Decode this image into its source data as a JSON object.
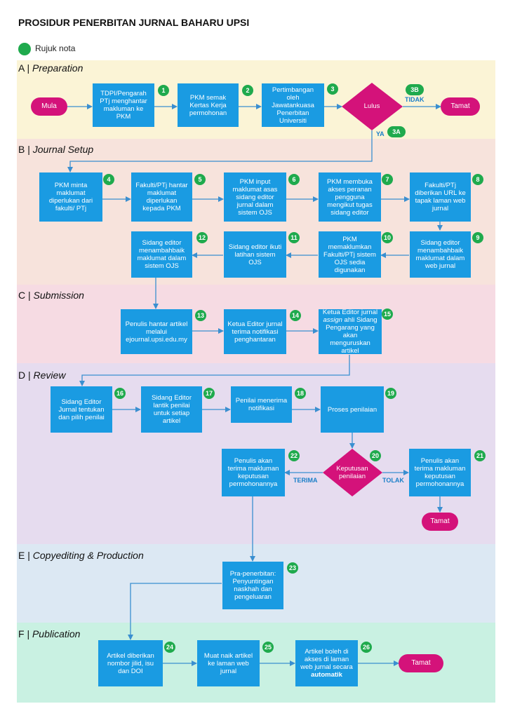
{
  "title": "PROSIDUR PENERBITAN JURNAL BAHARU UPSI",
  "legend": "Rujuk nota",
  "colors": {
    "box": "#1a9be2",
    "badge": "#1faa4d",
    "terminal": "#d4127a",
    "arrow": "#3a8fd0"
  },
  "sections": {
    "A": {
      "letter": "A |",
      "name": "Preparation",
      "color": "#fbf4d6"
    },
    "B": {
      "letter": "B |",
      "name": "Journal Setup",
      "color": "#f7e3dc"
    },
    "C": {
      "letter": "C |",
      "name": "Submission",
      "color": "#f6dbe3"
    },
    "D": {
      "letter": "D |",
      "name": "Review",
      "color": "#e6dcef"
    },
    "E": {
      "letter": "E |",
      "name": "Copyediting & Production",
      "color": "#dce8f3"
    },
    "F": {
      "letter": "F |",
      "name": "Publication",
      "color": "#c9f1e2"
    }
  },
  "terminals": {
    "mula": "Mula",
    "tamat1": "Tamat",
    "tamat2": "Tamat",
    "tamat3": "Tamat"
  },
  "steps": {
    "s1": {
      "badge": "1",
      "text": "TDPI/Pengarah PTj menghantar makluman ke PKM"
    },
    "s2": {
      "badge": "2",
      "text": "PKM semak Kertas Kerja permohonan"
    },
    "s3": {
      "badge": "3",
      "text": "Pertimbangan oleh Jawatankuasa Penerbitan Universiti"
    },
    "s3a": {
      "badge": "3A"
    },
    "s3b": {
      "badge": "3B"
    },
    "lulus": "Lulus",
    "tidak": "TIDAK",
    "ya": "YA",
    "s4": {
      "badge": "4",
      "text": "PKM minta maklumat diperlukan dari fakulti/ PTj"
    },
    "s5": {
      "badge": "5",
      "text": "Fakulti/PTj hantar maklumat diperlukan kepada PKM"
    },
    "s6": {
      "badge": "6",
      "text": "PKM input maklumat asas sidang editor jurnal dalam sistem OJS"
    },
    "s7": {
      "badge": "7",
      "text": "PKM membuka akses peranan pengguna mengikut tugas sidang editor"
    },
    "s8": {
      "badge": "8",
      "text": "Fakulti/PTj diberikan URL ke tapak laman web jurnal"
    },
    "s9": {
      "badge": "9",
      "text": "Sidang editor menambahbaik maklumat dalam web jurnal"
    },
    "s10": {
      "badge": "10",
      "text": "PKM memaklumkan Fakulti/PTj sistem OJS sedia digunakan"
    },
    "s11": {
      "badge": "11",
      "text": "Sidang editor ikuti latihan sistem OJS"
    },
    "s12": {
      "badge": "12",
      "text": "Sidang editor menambahbaik maklumat dalam sistem OJS"
    },
    "s13": {
      "badge": "13",
      "text": "Penulis hantar artikel melalui ejournal.upsi.edu.my"
    },
    "s14": {
      "badge": "14",
      "text": "Ketua Editor jurnal terima notifikasi penghantaran"
    },
    "s15": {
      "badge": "15",
      "text_a": "Ketua Editor jurnal",
      "text_i": "assign",
      "text_b": "ahli Sidang Pengarang yang akan menguruskan artikel"
    },
    "s16": {
      "badge": "16",
      "text": "Sidang Editor Jurnal tentukan dan pilih penilai"
    },
    "s17": {
      "badge": "17",
      "text": "Sidang Editor lantik penilai untuk setiap artikel"
    },
    "s18": {
      "badge": "18",
      "text": "Penilai menerima notifikasi"
    },
    "s19": {
      "badge": "19",
      "text": "Proses penilaian"
    },
    "s20": {
      "badge": "20",
      "text": "Keputusan penilaian"
    },
    "terima": "TERIMA",
    "tolak": "TOLAK",
    "s21": {
      "badge": "21",
      "text": "Penulis akan terima makluman keputusan permohonannya"
    },
    "s22": {
      "badge": "22",
      "text": "Penulis akan terima makluman keputusan permohonannya"
    },
    "s23": {
      "badge": "23",
      "text": "Pra-penerbitan: Penyuntingan naskhah dan pengeluaran"
    },
    "s24": {
      "badge": "24",
      "text": "Artikel diberikan nombor jilid, isu dan DOI"
    },
    "s25": {
      "badge": "25",
      "text": "Muat naik artikel ke laman web jurnal"
    },
    "s26": {
      "badge": "26",
      "text_a": "Artikel boleh di akses di laman web jurnal secara",
      "text_b": "automatik"
    }
  }
}
